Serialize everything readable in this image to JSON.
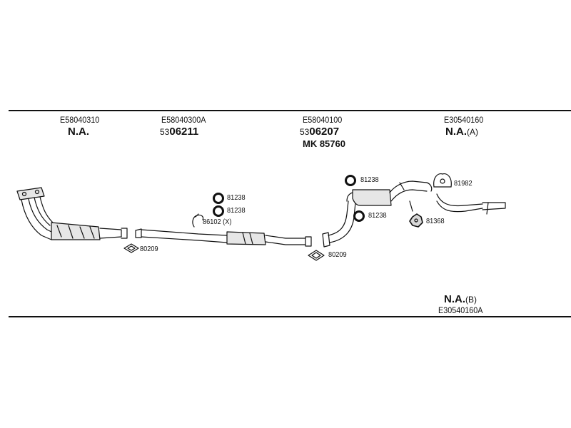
{
  "columns": [
    {
      "code": "E58040310",
      "status": "N.A."
    },
    {
      "code": "E58040300A",
      "number_prefix": "53",
      "number_main": "06211"
    },
    {
      "code": "E58040100",
      "number_prefix": "53",
      "number_main": "06207",
      "kit": "MK 85760"
    },
    {
      "code": "E30540160",
      "status": "N.A.",
      "variant": "(A)"
    }
  ],
  "footer_variant": {
    "status": "N.A.",
    "variant": "(B)",
    "code": "E30540160A"
  },
  "part_labels": {
    "gasket_front": "80209",
    "clamp_mid_top": "81238",
    "clamp_mid_bottom": "81238",
    "hanger_mid": "86102 (X)",
    "gasket_rear": "80209",
    "clamp_rear_top": "81238",
    "clamp_rear_bottom": "81238",
    "mount_rear": "81368",
    "hanger_tail": "81982"
  },
  "colors": {
    "line": "#111111",
    "part_fill": "#e6e6e6",
    "background": "#ffffff"
  }
}
